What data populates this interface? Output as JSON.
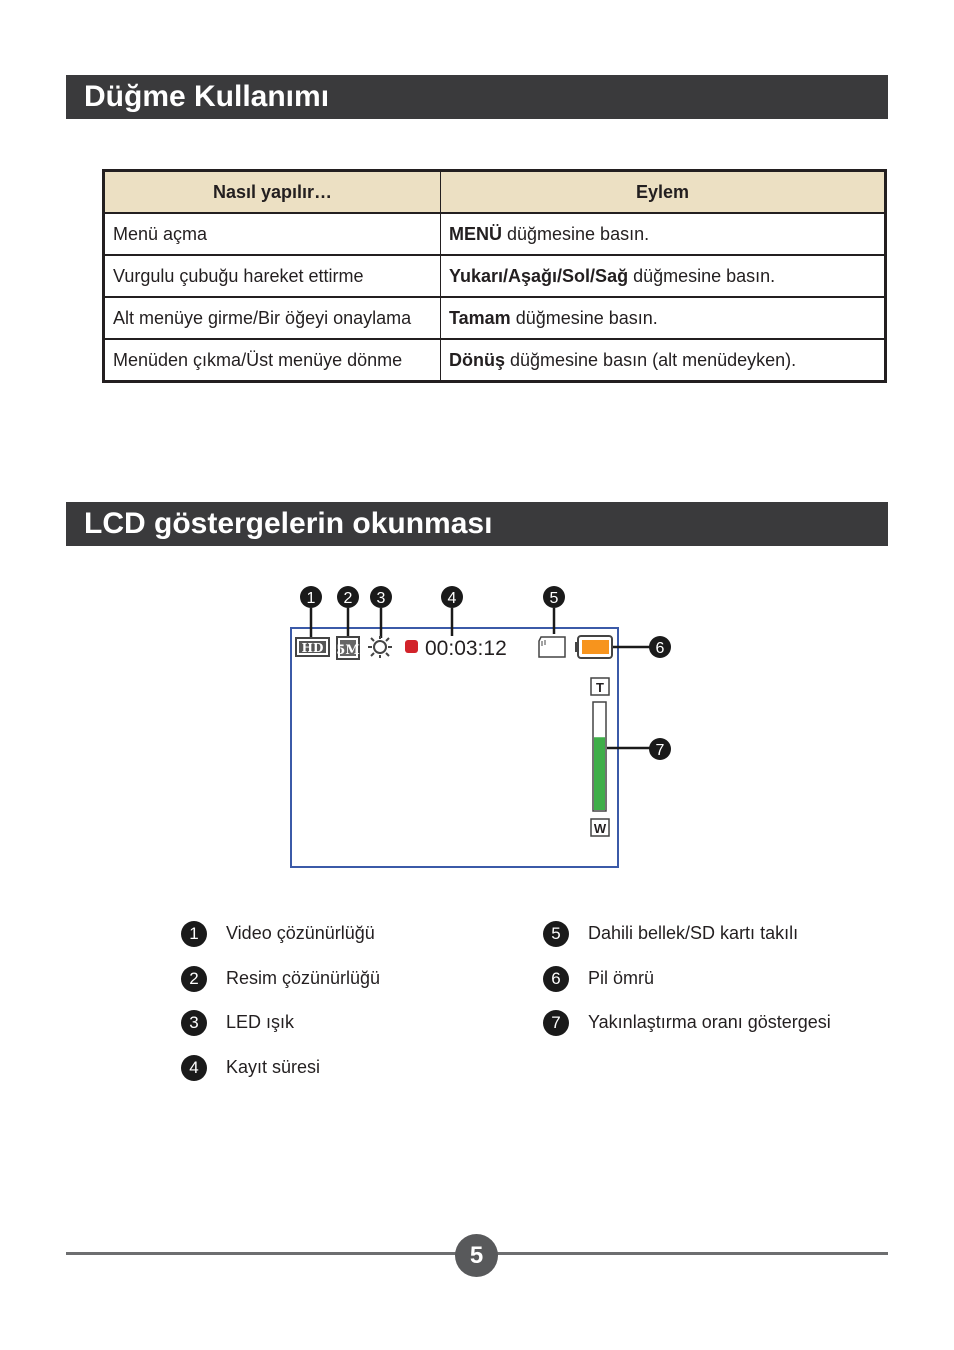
{
  "section1": {
    "title": "Düğme Kullanımı"
  },
  "table": {
    "headers": [
      "Nasıl yapılır…",
      "Eylem"
    ],
    "rows": [
      {
        "how": "Menü açma",
        "action_bold": "MENÜ",
        "action_rest": " düğmesine basın."
      },
      {
        "how": "Vurgulu çubuğu hareket ettirme",
        "action_bold": "Yukarı/Aşağı/Sol/Sağ",
        "action_rest": " düğmesine basın."
      },
      {
        "how": "Alt menüye girme/Bir öğeyi onaylama",
        "action_bold": "Tamam",
        "action_rest": " düğmesine basın."
      },
      {
        "how": "Menüden çıkma/Üst menüye dönme",
        "action_bold": "Dönüş",
        "action_rest": " düğmesine basın (alt menüdeyken)."
      }
    ]
  },
  "section2": {
    "title": "LCD göstergelerin okunması"
  },
  "lcd": {
    "record_time": "00:03:12",
    "hd_label": "HD",
    "photo_res_label": "5M",
    "zoom_top_label": "T",
    "zoom_bottom_label": "W",
    "zoom_level": 0.68,
    "callouts": [
      "1",
      "2",
      "3",
      "4",
      "5",
      "6",
      "7"
    ],
    "colors": {
      "frame": "#3b5aa8",
      "battery": "#f7941d",
      "zoom": "#3fae49",
      "record": "#d2232a"
    }
  },
  "legend": {
    "left": [
      {
        "num": "1",
        "text": "Video çözünürlüğü"
      },
      {
        "num": "2",
        "text": "Resim çözünürlüğü"
      },
      {
        "num": "3",
        "text": "LED ışık"
      },
      {
        "num": "4",
        "text": "Kayıt süresi"
      }
    ],
    "right": [
      {
        "num": "5",
        "text": "Dahili bellek/SD kartı takılı"
      },
      {
        "num": "6",
        "text": "Pil ömrü"
      },
      {
        "num": "7",
        "text": "Yakınlaştırma oranı göstergesi"
      }
    ]
  },
  "footer": {
    "page_number": "5"
  }
}
